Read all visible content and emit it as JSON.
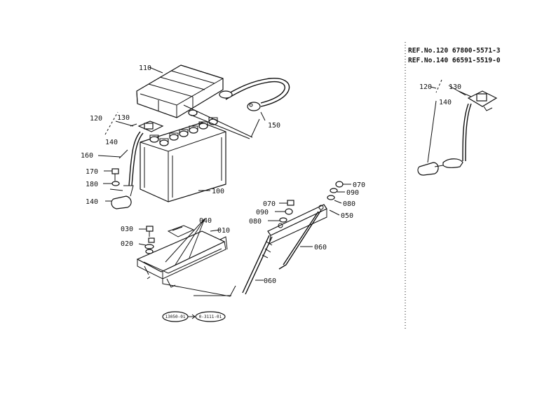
{
  "references": {
    "line1": "REF.No.120  67800-5571-3",
    "line2": "REF.No.140  66591-5519-0"
  },
  "callouts": {
    "c110": "110",
    "c120": "120",
    "c130": "130",
    "c140": "140",
    "c150": "150",
    "c160": "160",
    "c170": "170",
    "c180": "180",
    "c140b": "140",
    "c100": "100",
    "c070a": "070",
    "c090a": "090",
    "c080a": "080",
    "c050": "050",
    "c070b": "070",
    "c090b": "090",
    "c080b": "080",
    "c030": "030",
    "c040": "040",
    "c010": "010",
    "c020": "020",
    "c060a": "060",
    "c060b": "060",
    "r120": "120",
    "r130": "130",
    "r140": "140"
  },
  "serials": {
    "from": "13050-01",
    "to": "0-3111-01"
  }
}
